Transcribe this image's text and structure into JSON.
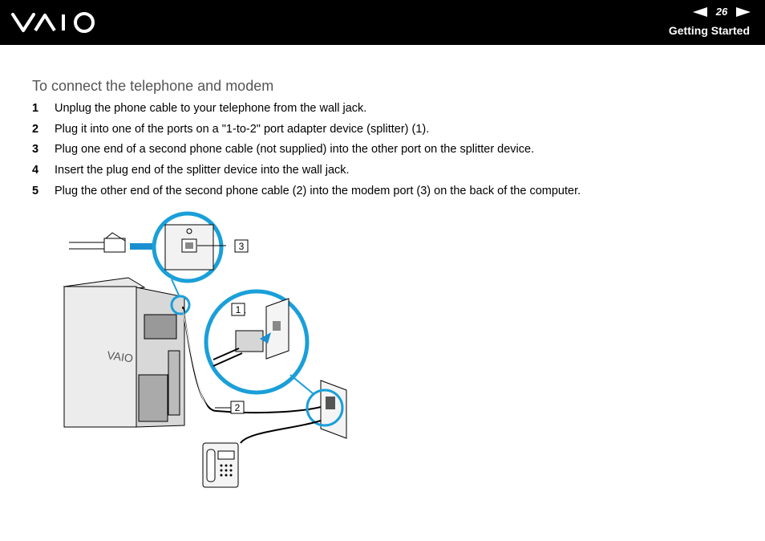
{
  "header": {
    "brand": "VAIO",
    "page_number": "26",
    "section_title": "Getting Started"
  },
  "content": {
    "title": "To connect the telephone and modem",
    "steps": [
      {
        "num": "1",
        "text": "Unplug the phone cable to your telephone from the wall jack."
      },
      {
        "num": "2",
        "text": "Plug it into one of the ports on a \"1-to-2\" port adapter device (splitter) (1)."
      },
      {
        "num": "3",
        "text": "Plug one end of a second phone cable (not supplied) into the other port on the splitter device."
      },
      {
        "num": "4",
        "text": "Insert the plug end of the splitter device into the wall jack."
      },
      {
        "num": "5",
        "text": "Plug the other end of the second phone cable (2) into the modem port (3) on the back of the computer."
      }
    ]
  },
  "illustration": {
    "callouts": [
      "1",
      "2",
      "3"
    ],
    "computer_logo": "VAIO",
    "accent_color": "#1a9fd9",
    "arrow_color": "#1a8fd0"
  }
}
